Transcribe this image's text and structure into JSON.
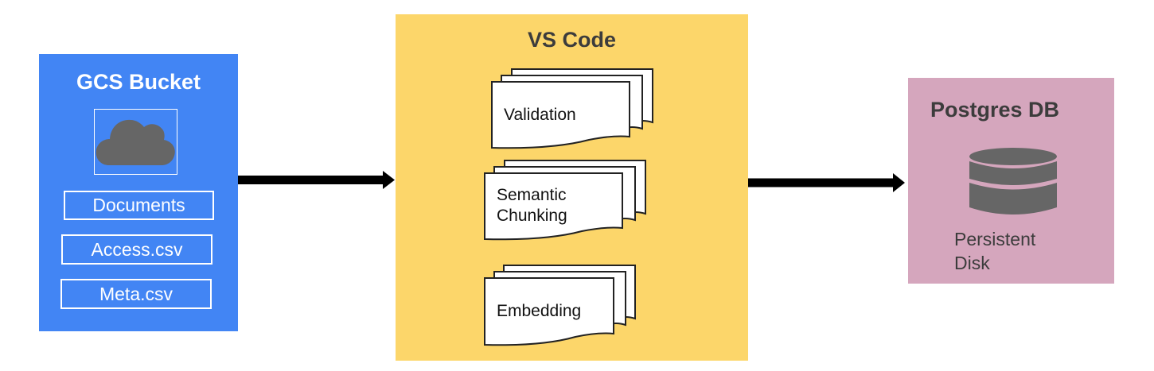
{
  "gcs_bucket": {
    "title": "GCS Bucket",
    "icon": "cloud-icon",
    "files": [
      "Documents",
      "Access.csv",
      "Meta.csv"
    ]
  },
  "vs_code": {
    "title": "VS Code",
    "steps": [
      {
        "label": "Validation",
        "icon": "document-stack-icon"
      },
      {
        "label": "Semantic\nChunking",
        "icon": "document-stack-icon"
      },
      {
        "label": "Embedding",
        "icon": "document-stack-icon"
      }
    ]
  },
  "postgres": {
    "title": "Postgres DB",
    "icon": "database-icon",
    "caption": "Persistent\nDisk"
  },
  "colors": {
    "gcs_panel": "#4285f4",
    "vscode_panel": "#fcd66a",
    "postgres_panel": "#d5a6bd",
    "icon_gray": "#666666",
    "arrow": "#000000"
  }
}
